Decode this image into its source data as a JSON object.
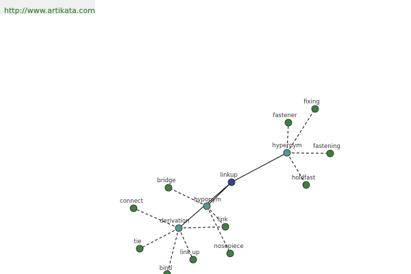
{
  "source": {
    "url_text": "http://www.artikata.com"
  },
  "colors": {
    "root": "#3a3f8f",
    "relation": "#4f9a9a",
    "term": "#3f7f3f",
    "edge": "#000000",
    "label": "#333333"
  },
  "graph": {
    "nodes": [
      {
        "id": "linkup",
        "label": "linkup",
        "kind": "root"
      },
      {
        "id": "hypernym",
        "label": "hypernym",
        "kind": "relation"
      },
      {
        "id": "hyponym",
        "label": "hyponym",
        "kind": "relation"
      },
      {
        "id": "derivation",
        "label": "derivation",
        "kind": "relation"
      },
      {
        "id": "fixing",
        "label": "fixing",
        "kind": "term"
      },
      {
        "id": "fastener",
        "label": "fastener",
        "kind": "term"
      },
      {
        "id": "fastening",
        "label": "fastening",
        "kind": "term"
      },
      {
        "id": "holdfast",
        "label": "holdfast",
        "kind": "term"
      },
      {
        "id": "bridge",
        "label": "bridge",
        "kind": "term"
      },
      {
        "id": "link",
        "label": "link",
        "kind": "term"
      },
      {
        "id": "nosepiece",
        "label": "nosepiece",
        "kind": "term"
      },
      {
        "id": "connect",
        "label": "connect",
        "kind": "term"
      },
      {
        "id": "tie",
        "label": "tie",
        "kind": "term"
      },
      {
        "id": "link_up",
        "label": "link up",
        "kind": "term"
      },
      {
        "id": "bind",
        "label": "bind",
        "kind": "term"
      }
    ],
    "edges": [
      {
        "from": "linkup",
        "to": "hypernym",
        "style": "solid"
      },
      {
        "from": "linkup",
        "to": "hyponym",
        "style": "solid"
      },
      {
        "from": "linkup",
        "to": "derivation",
        "style": "solid"
      },
      {
        "from": "hypernym",
        "to": "fixing",
        "style": "dashed"
      },
      {
        "from": "hypernym",
        "to": "fastener",
        "style": "dashed"
      },
      {
        "from": "hypernym",
        "to": "fastening",
        "style": "dashed"
      },
      {
        "from": "hypernym",
        "to": "holdfast",
        "style": "dashed"
      },
      {
        "from": "hyponym",
        "to": "bridge",
        "style": "dashed"
      },
      {
        "from": "hyponym",
        "to": "link",
        "style": "dashed"
      },
      {
        "from": "hyponym",
        "to": "nosepiece",
        "style": "dashed"
      },
      {
        "from": "derivation",
        "to": "connect",
        "style": "dashed"
      },
      {
        "from": "derivation",
        "to": "tie",
        "style": "dashed"
      },
      {
        "from": "derivation",
        "to": "link_up",
        "style": "dashed"
      },
      {
        "from": "derivation",
        "to": "bind",
        "style": "dashed"
      },
      {
        "from": "derivation",
        "to": "link",
        "style": "dashed"
      }
    ]
  }
}
